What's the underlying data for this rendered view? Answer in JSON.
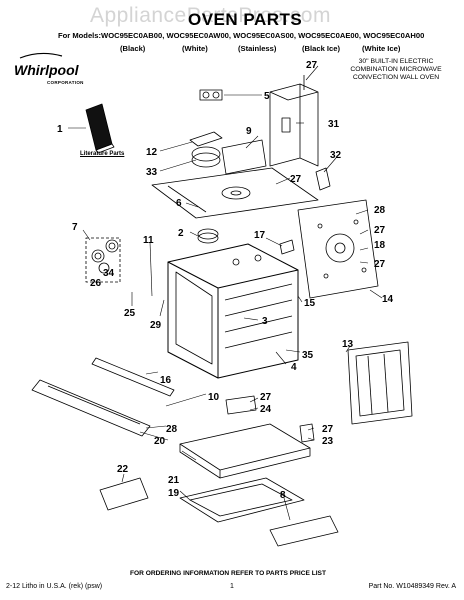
{
  "watermark": "AppliancePartsPros.com",
  "title": "OVEN PARTS",
  "models": "For Models:WOC95EC0AB00, WOC95EC0AW00, WOC95EC0AS00, WOC95EC0AE00, WOC95EC0AH00",
  "colors": [
    "(Black)",
    "(White)",
    "(Stainless)",
    "(Black Ice)",
    "(White Ice)"
  ],
  "brand": {
    "name": "Whirlpool",
    "sub": "CORPORATION"
  },
  "description": [
    "30\" BUILT-IN ELECTRIC",
    "COMBINATION MICROWAVE",
    "CONVECTION WALL OVEN"
  ],
  "literature_label": "Literature Parts",
  "footer_note": "FOR ORDERING INFORMATION REFER TO PARTS PRICE LIST",
  "bottom": {
    "left": "2-12 Litho in U.S.A. (rek) (psw)",
    "center": "1",
    "right": "Part No. W10489349 Rev. A"
  },
  "callouts": [
    {
      "id": "1",
      "label": "1"
    },
    {
      "id": "2",
      "label": "2"
    },
    {
      "id": "3",
      "label": "3"
    },
    {
      "id": "4",
      "label": "4"
    },
    {
      "id": "5",
      "label": "5"
    },
    {
      "id": "6",
      "label": "6"
    },
    {
      "id": "7",
      "label": "7"
    },
    {
      "id": "8",
      "label": "8"
    },
    {
      "id": "9",
      "label": "9"
    },
    {
      "id": "10",
      "label": "10"
    },
    {
      "id": "11",
      "label": "11"
    },
    {
      "id": "12",
      "label": "12"
    },
    {
      "id": "13",
      "label": "13"
    },
    {
      "id": "14",
      "label": "14"
    },
    {
      "id": "15",
      "label": "15"
    },
    {
      "id": "16",
      "label": "16"
    },
    {
      "id": "17",
      "label": "17"
    },
    {
      "id": "18",
      "label": "18"
    },
    {
      "id": "19",
      "label": "19"
    },
    {
      "id": "20",
      "label": "20"
    },
    {
      "id": "21",
      "label": "21"
    },
    {
      "id": "22",
      "label": "22"
    },
    {
      "id": "23",
      "label": "23"
    },
    {
      "id": "24",
      "label": "24"
    },
    {
      "id": "25",
      "label": "25"
    },
    {
      "id": "26",
      "label": "26"
    },
    {
      "id": "27a",
      "label": "27"
    },
    {
      "id": "27b",
      "label": "27"
    },
    {
      "id": "27c",
      "label": "27"
    },
    {
      "id": "27d",
      "label": "27"
    },
    {
      "id": "27e",
      "label": "27"
    },
    {
      "id": "27f",
      "label": "27"
    },
    {
      "id": "28a",
      "label": "28"
    },
    {
      "id": "28b",
      "label": "28"
    },
    {
      "id": "29",
      "label": "29"
    },
    {
      "id": "31",
      "label": "31"
    },
    {
      "id": "32",
      "label": "32"
    },
    {
      "id": "33",
      "label": "33"
    },
    {
      "id": "34",
      "label": "34"
    },
    {
      "id": "35",
      "label": "35"
    }
  ]
}
